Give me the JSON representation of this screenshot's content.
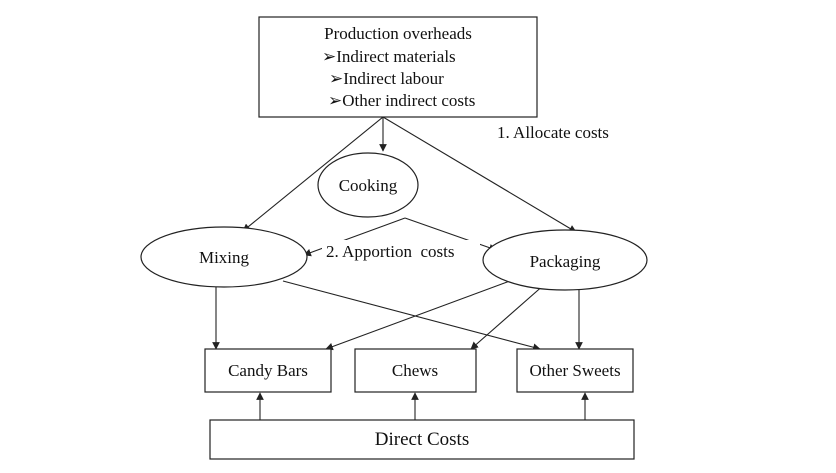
{
  "overheads": {
    "title": "Production overheads",
    "items": [
      {
        "marker": "➢",
        "label": "Indirect materials"
      },
      {
        "marker": "➢",
        "label": "Indirect labour"
      },
      {
        "marker": "➢",
        "label": "Other indirect costs"
      }
    ]
  },
  "annotations": {
    "allocate": "1. Allocate costs",
    "apportion": "2. Apportion  costs"
  },
  "departments": {
    "cooking": "Cooking",
    "mixing": "Mixing",
    "packaging": "Packaging"
  },
  "products": {
    "candy_bars": "Candy Bars",
    "chews": "Chews",
    "other_sweets": "Other Sweets"
  },
  "direct_costs": "Direct Costs"
}
